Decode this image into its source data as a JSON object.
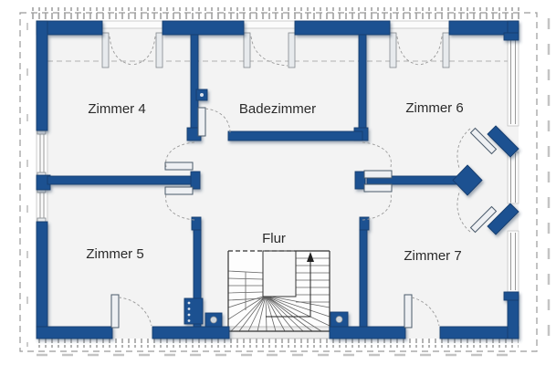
{
  "plan": {
    "rooms": [
      {
        "name": "Zimmer 4"
      },
      {
        "name": "Badezimmer"
      },
      {
        "name": "Zimmer 6"
      },
      {
        "name": "Zimmer 5"
      },
      {
        "name": "Flur"
      },
      {
        "name": "Zimmer 7"
      }
    ],
    "stairs": {
      "direction": "up"
    }
  },
  "colors": {
    "wall_blue": "#1c5191",
    "wall_outline": "#143d6e",
    "floor": "#f3f3f3",
    "boundary_dash": "#9a9a9a",
    "label_text": "#2a2a2a"
  }
}
